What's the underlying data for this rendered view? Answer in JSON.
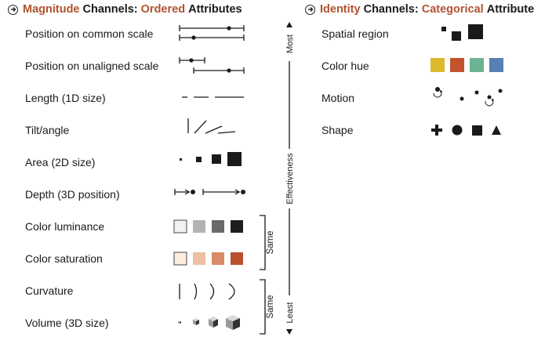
{
  "magnitude": {
    "header": {
      "word1": "Magnitude",
      "word2": "Channels:",
      "word3": "Ordered",
      "word4": "Attributes"
    },
    "channels": [
      "Position on common scale",
      "Position on unaligned scale",
      "Length (1D size)",
      "Tilt/angle",
      "Area (2D size)",
      "Depth (3D position)",
      "Color luminance",
      "Color saturation",
      "Curvature",
      "Volume (3D size)"
    ],
    "axis": {
      "top": "Most",
      "middle": "Effectiveness",
      "bottom": "Least"
    },
    "brackets": [
      "Same",
      "Same"
    ],
    "luminance_colors": [
      "#f2f2f2",
      "#b3b3b3",
      "#6a6a6a",
      "#1e1e1e"
    ],
    "saturation_colors": [
      "#fbece0",
      "#eebfa1",
      "#da8a66",
      "#b9502e"
    ]
  },
  "identity": {
    "header": {
      "word1": "Identity",
      "word2": "Channels:",
      "word3": "Categorical",
      "word4": "Attributes"
    },
    "channels": [
      "Spatial region",
      "Color hue",
      "Motion",
      "Shape"
    ],
    "hue_colors": [
      "#ddb92e",
      "#c2532c",
      "#6cb393",
      "#5780b5"
    ]
  },
  "colors": {
    "accent": "#b0532f",
    "ink": "#1a1a1a"
  }
}
